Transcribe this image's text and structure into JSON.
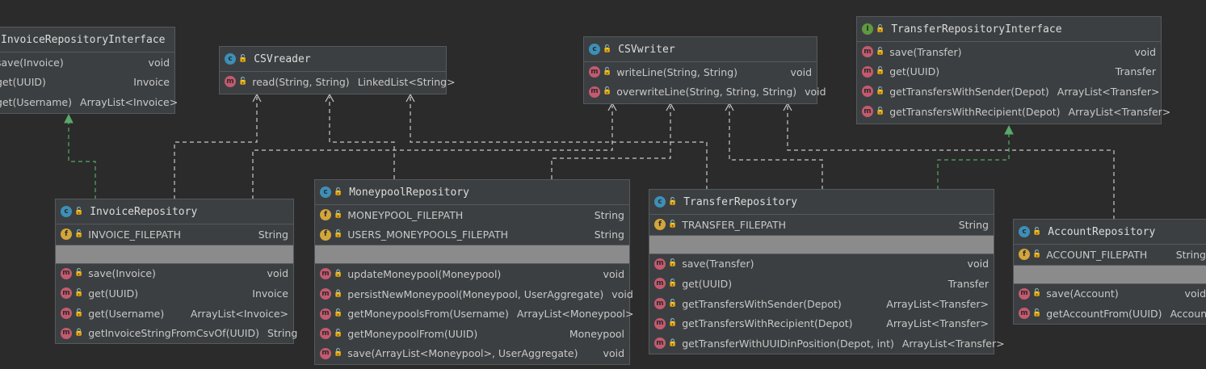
{
  "icons": {
    "class": "c",
    "interface": "I",
    "method": "m",
    "field": "f",
    "public": "public-lock-icon",
    "private": "private-lock-icon"
  },
  "colors": {
    "background": "#2b2b2b",
    "box": "#3c3f41",
    "edge": "#c8c8c8",
    "realization": "#59a869",
    "gray_band": "#8b8b8b"
  },
  "classes": {
    "invoice_repository_interface": {
      "name": "InvoiceRepositoryInterface",
      "methods": [
        {
          "name": "save(Invoice)",
          "type": "void"
        },
        {
          "name": "get(UUID)",
          "type": "Invoice"
        },
        {
          "name": "get(Username)",
          "type": "ArrayList<Invoice>"
        }
      ]
    },
    "csv_reader": {
      "name": "CSVreader",
      "methods": [
        {
          "name": "read(String, String)",
          "type": "LinkedList<String>"
        }
      ]
    },
    "csv_writer": {
      "name": "CSVwriter",
      "methods": [
        {
          "name": "writeLine(String, String)",
          "type": "void"
        },
        {
          "name": "overwriteLine(String, String, String)",
          "type": "void"
        }
      ]
    },
    "transfer_repository_interface": {
      "name": "TransferRepositoryInterface",
      "methods": [
        {
          "name": "save(Transfer)",
          "type": "void"
        },
        {
          "name": "get(UUID)",
          "type": "Transfer"
        },
        {
          "name": "getTransfersWithSender(Depot)",
          "type": "ArrayList<Transfer>"
        },
        {
          "name": "getTransfersWithRecipient(Depot)",
          "type": "ArrayList<Transfer>"
        }
      ]
    },
    "invoice_repository": {
      "name": "InvoiceRepository",
      "fields": [
        {
          "name": "INVOICE_FILEPATH",
          "type": "String"
        }
      ],
      "methods": [
        {
          "name": "save(Invoice)",
          "type": "void"
        },
        {
          "name": "get(UUID)",
          "type": "Invoice"
        },
        {
          "name": "get(Username)",
          "type": "ArrayList<Invoice>"
        },
        {
          "name": "getInvoiceStringFromCsvOf(UUID)",
          "type": "String"
        }
      ]
    },
    "moneypool_repository": {
      "name": "MoneypoolRepository",
      "fields": [
        {
          "name": "MONEYPOOL_FILEPATH",
          "type": "String"
        },
        {
          "name": "USERS_MONEYPOOLS_FILEPATH",
          "type": "String"
        }
      ],
      "methods": [
        {
          "name": "updateMoneypool(Moneypool)",
          "type": "void"
        },
        {
          "name": "persistNewMoneypool(Moneypool, UserAggregate)",
          "type": "void"
        },
        {
          "name": "getMoneypoolsFrom(Username)",
          "type": "ArrayList<Moneypool>"
        },
        {
          "name": "getMoneypoolFrom(UUID)",
          "type": "Moneypool"
        },
        {
          "name": "save(ArrayList<Moneypool>, UserAggregate)",
          "type": "void"
        }
      ]
    },
    "transfer_repository": {
      "name": "TransferRepository",
      "fields": [
        {
          "name": "TRANSFER_FILEPATH",
          "type": "String"
        }
      ],
      "methods": [
        {
          "name": "save(Transfer)",
          "type": "void"
        },
        {
          "name": "get(UUID)",
          "type": "Transfer"
        },
        {
          "name": "getTransfersWithSender(Depot)",
          "type": "ArrayList<Transfer>"
        },
        {
          "name": "getTransfersWithRecipient(Depot)",
          "type": "ArrayList<Transfer>"
        },
        {
          "name": "getTransferWithUUIDinPosition(Depot, int)",
          "type": "ArrayList<Transfer>"
        }
      ]
    },
    "account_repository": {
      "name": "AccountRepository",
      "fields": [
        {
          "name": "ACCOUNT_FILEPATH",
          "type": "String"
        }
      ],
      "methods": [
        {
          "name": "save(Account)",
          "type": "void"
        },
        {
          "name": "getAccountFrom(UUID)",
          "type": "Account"
        }
      ]
    }
  }
}
